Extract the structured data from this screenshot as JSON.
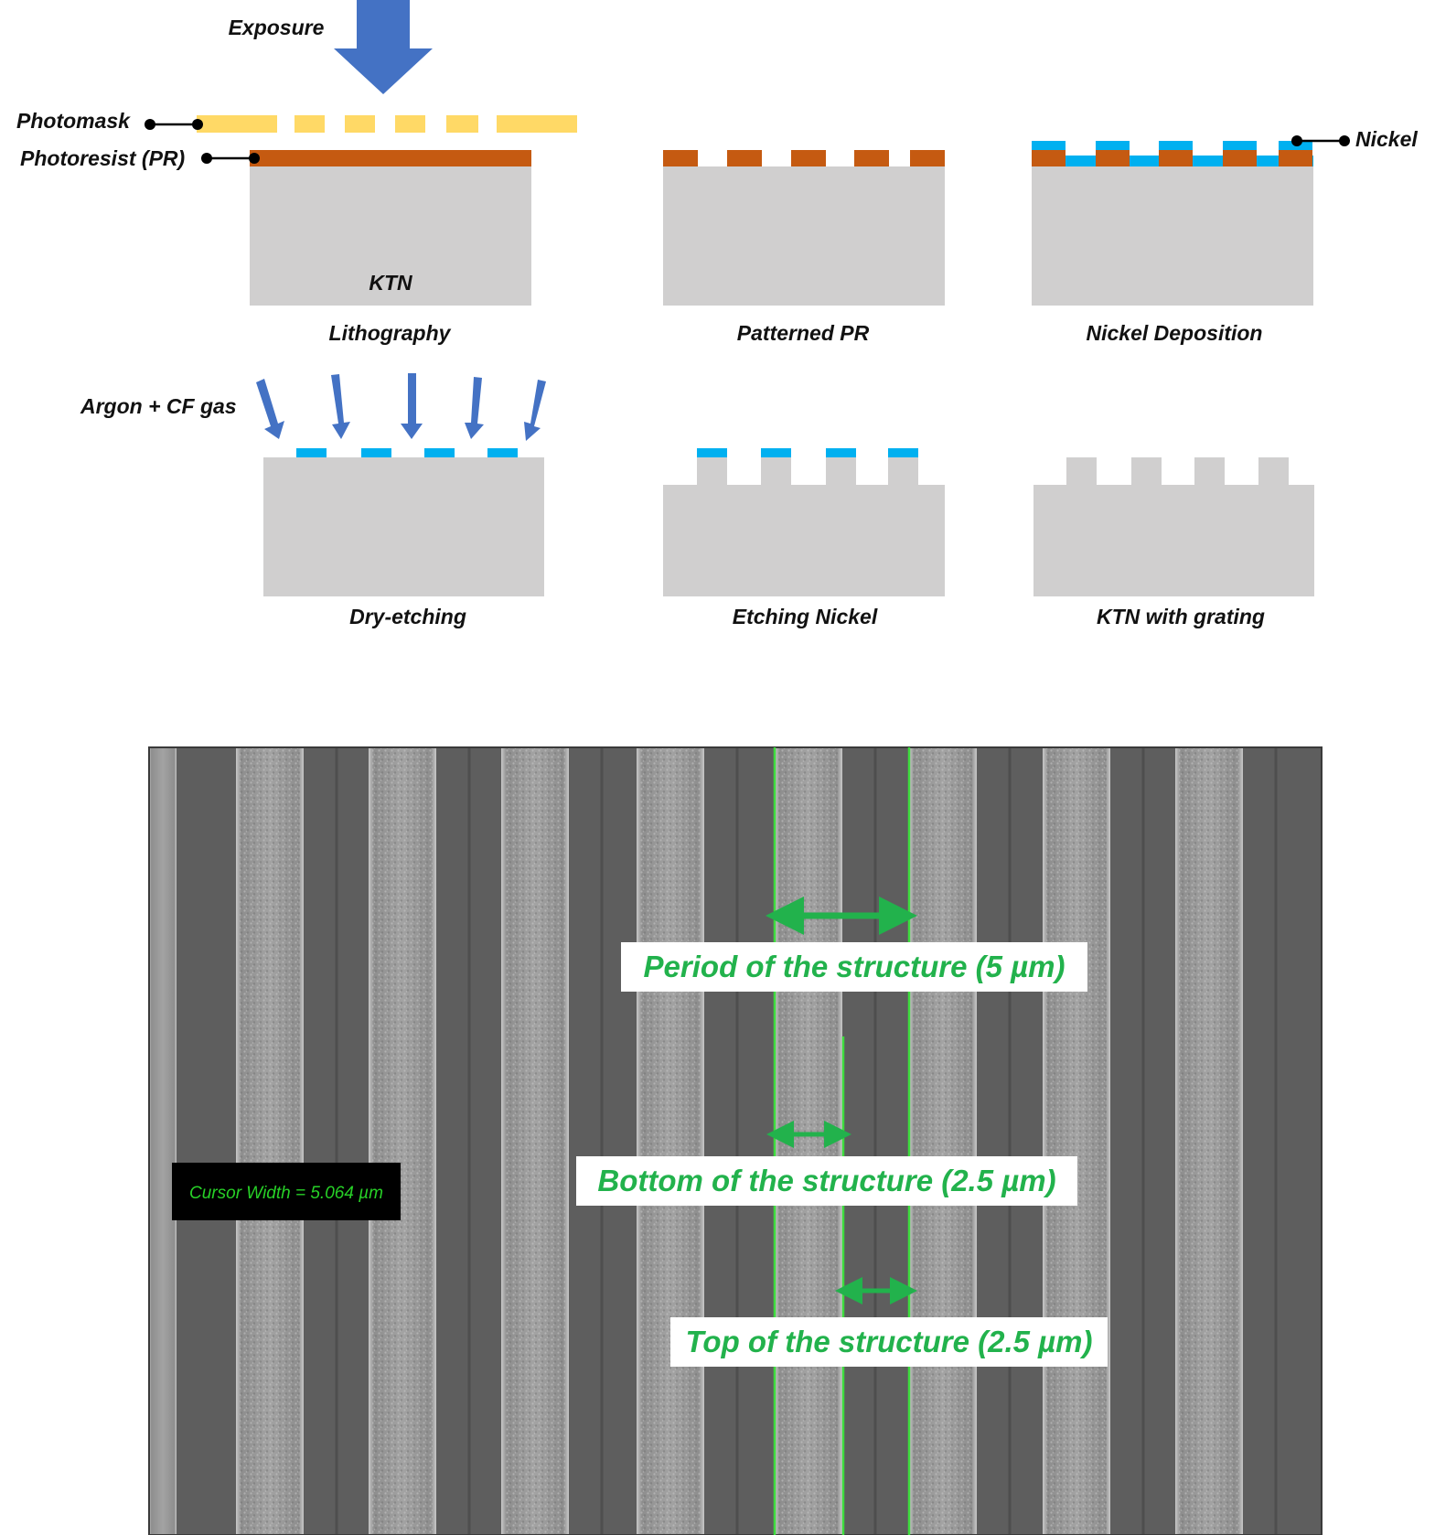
{
  "process": {
    "exposure_label": "Exposure",
    "photomask_label": "Photomask",
    "photoresist_label": "Photoresist (PR)",
    "substrate_label": "KTN",
    "nickel_label": "Nickel",
    "gas_label": "Argon + CF gas",
    "steps": [
      {
        "caption": "Lithography"
      },
      {
        "caption": "Patterned PR"
      },
      {
        "caption": "Nickel Deposition"
      },
      {
        "caption": "Dry-etching"
      },
      {
        "caption": "Etching Nickel"
      },
      {
        "caption": "KTN with grating"
      }
    ],
    "colors": {
      "substrate": "#d0cfcf",
      "photoresist": "#c55a11",
      "photomask": "#ffd966",
      "nickel": "#00b0f0",
      "arrow": "#4472c4"
    }
  },
  "sem": {
    "cursor_readout": "Cursor Width = 5.064 µm",
    "annotations": {
      "period": "Period of the structure (5 µm)",
      "bottom": "Bottom of the structure (2.5 µm)",
      "top": "Top of the structure (2.5 µm)"
    },
    "colors": {
      "measure_green": "#22b24c",
      "cursor_green": "#27d027"
    }
  }
}
